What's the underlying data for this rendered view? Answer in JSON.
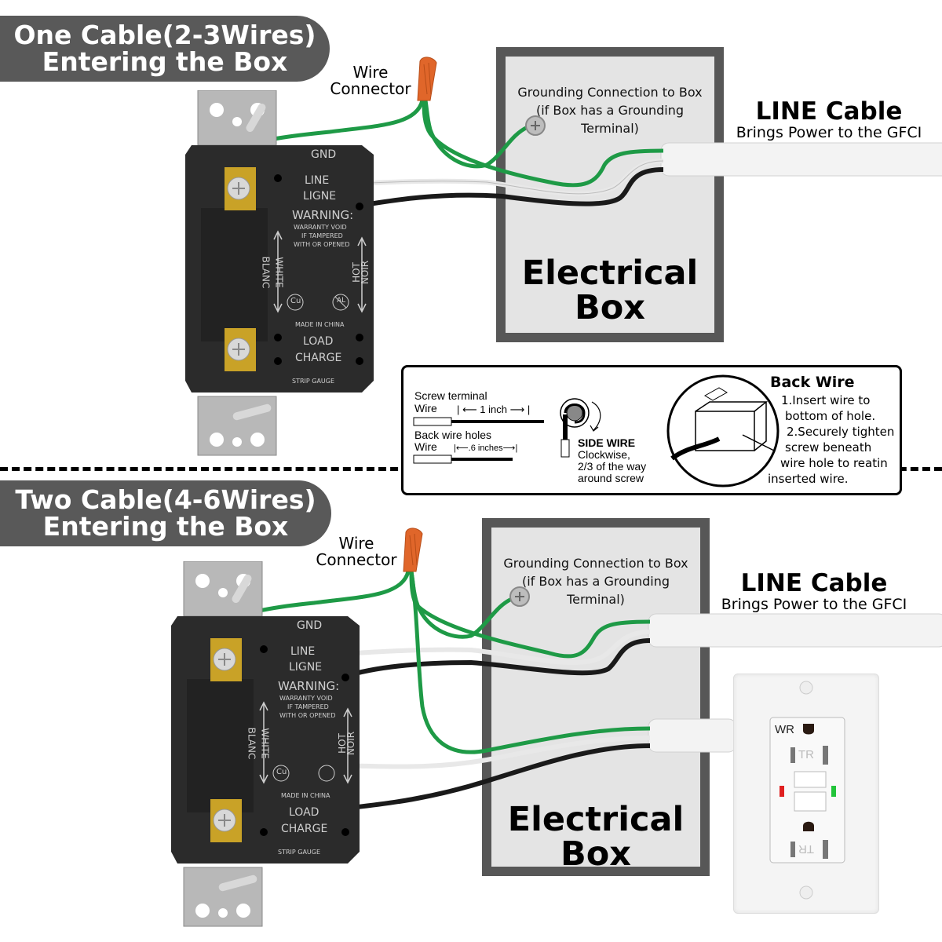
{
  "top_section": {
    "banner": {
      "line1": "One Cable(2-3Wires)",
      "line2": "Entering the Box"
    },
    "wire_connector_label": {
      "line1": "Wire",
      "line2": "Connector"
    },
    "grounding_note": {
      "line1": "Grounding Connection to Box",
      "line2": "(if Box has a Grounding Terminal)"
    },
    "electrical_box": {
      "line1": "Electrical",
      "line2": "Box"
    },
    "line_cable": {
      "title": "LINE Cable",
      "subtitle": "Brings Power to the GFCI"
    },
    "device_labels": {
      "gnd": "GND",
      "line": "LINE",
      "ligne": "LIGNE",
      "warning": "WARNING:",
      "warning_body": [
        "WARRANTY VOID",
        "IF TAMPERED",
        "WITH OR OPENED"
      ],
      "white": "WHITE",
      "blanc": "BLANC",
      "hot": "HOT",
      "noir": "NOIR",
      "cu": "Cu",
      "al": "AL",
      "made_in": "MADE IN CHINA",
      "load": "LOAD",
      "charge": "CHARGE",
      "strip_gauge": "STRIP GAUGE"
    }
  },
  "instructions": {
    "screw_terminal": {
      "line1": "Screw terminal",
      "line2": "Wire",
      "length": "1 inch"
    },
    "back_wire_holes": {
      "line1": "Back wire holes",
      "line2": "Wire",
      "length": ".6 inches"
    },
    "side_wire": {
      "title": "SIDE WIRE",
      "lines": [
        "Clockwise,",
        "2/3 of the way",
        "around screw"
      ]
    },
    "back_wire": {
      "title": "Back Wire",
      "lines": [
        "1.Insert wire to",
        "bottom of hole.",
        "2.Securely tighten",
        "screw beneath",
        "wire hole to reatin",
        "inserted wire."
      ]
    }
  },
  "bottom_section": {
    "banner": {
      "line1": "Two Cable(4-6Wires)",
      "line2": "Entering the Box"
    },
    "wire_connector_label": {
      "line1": "Wire",
      "line2": "Connector"
    },
    "grounding_note": {
      "line1": "Grounding Connection to Box",
      "line2": "(if Box has a Grounding Terminal)"
    },
    "electrical_box": {
      "line1": "Electrical",
      "line2": "Box"
    },
    "line_cable": {
      "title": "LINE Cable",
      "subtitle": "Brings Power to the GFCI"
    },
    "gfci_outlet": {
      "wr": "WR",
      "tr_top": "TR",
      "tr_bottom": "TR",
      "indicator_left": "red",
      "indicator_right": "green"
    }
  },
  "colors": {
    "banner": "#595959",
    "box_border": "#575757",
    "box_fill": "#e4e4e4",
    "ground_wire": "#1e9a46",
    "neutral_wire": "#f2f2f2",
    "hot_wire": "#1a1a1a",
    "connector": "#e0662a",
    "device_body": "#2a2a2a",
    "terminal_brass": "#c9a227",
    "indicator_red": "#e02020",
    "indicator_green": "#22c43a"
  }
}
